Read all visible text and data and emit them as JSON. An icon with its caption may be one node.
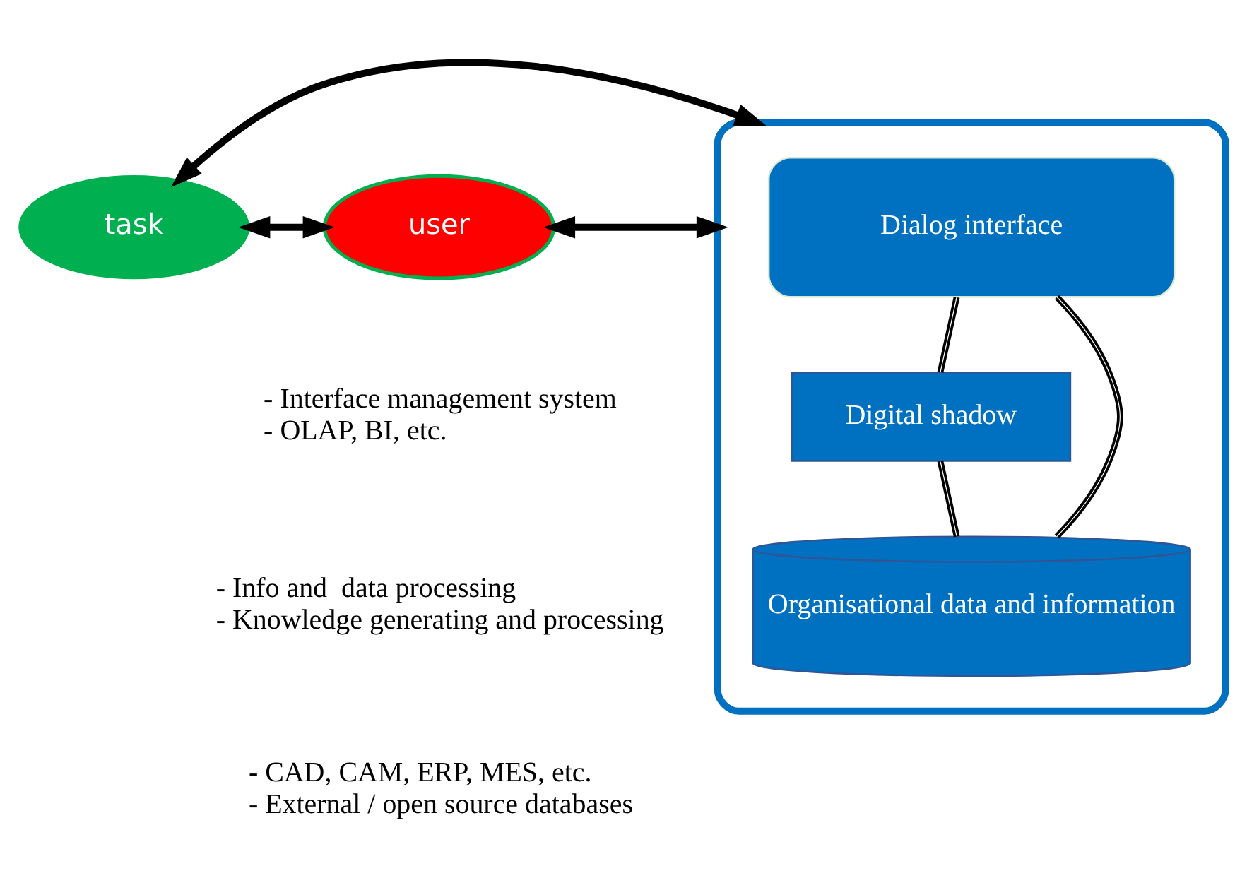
{
  "diagram": {
    "nodes": [
      {
        "text": [
          "task"
        ]
      },
      {
        "text": [
          "user"
        ]
      },
      {
        "text": [],
        "shape": "box"
      },
      {
        "text": [
          "Dialog interface"
        ],
        "in": 2,
        "beside": [
          "- Interface management system",
          "- OLAP, BI, etc."
        ]
      },
      {
        "text": [
          "Digital shadow"
        ],
        "in": 2,
        "beside": [
          "- Info and  data processing",
          "- Knowledge generating and processing"
        ]
      },
      {
        "text": [
          "Organisational data and information"
        ],
        "in": 2,
        "beside": [
          "- CAD, CAM, ERP, MES, etc.",
          "- External / open source databases"
        ]
      }
    ],
    "edges": [
      {
        "from": 0,
        "to": 1,
        "arrow": "both",
        "style": "thick"
      },
      {
        "from": 0,
        "to": 2,
        "arrow": "both",
        "style": "thick"
      },
      {
        "from": 1,
        "to": 2,
        "arrow": "both",
        "style": "thick"
      },
      {
        "from": 3,
        "to": 5,
        "arrow": "none"
      },
      {
        "from": 3,
        "to": 4,
        "arrow": "none"
      },
      {
        "from": 4,
        "to": 5,
        "arrow": "none"
      }
    ]
  }
}
